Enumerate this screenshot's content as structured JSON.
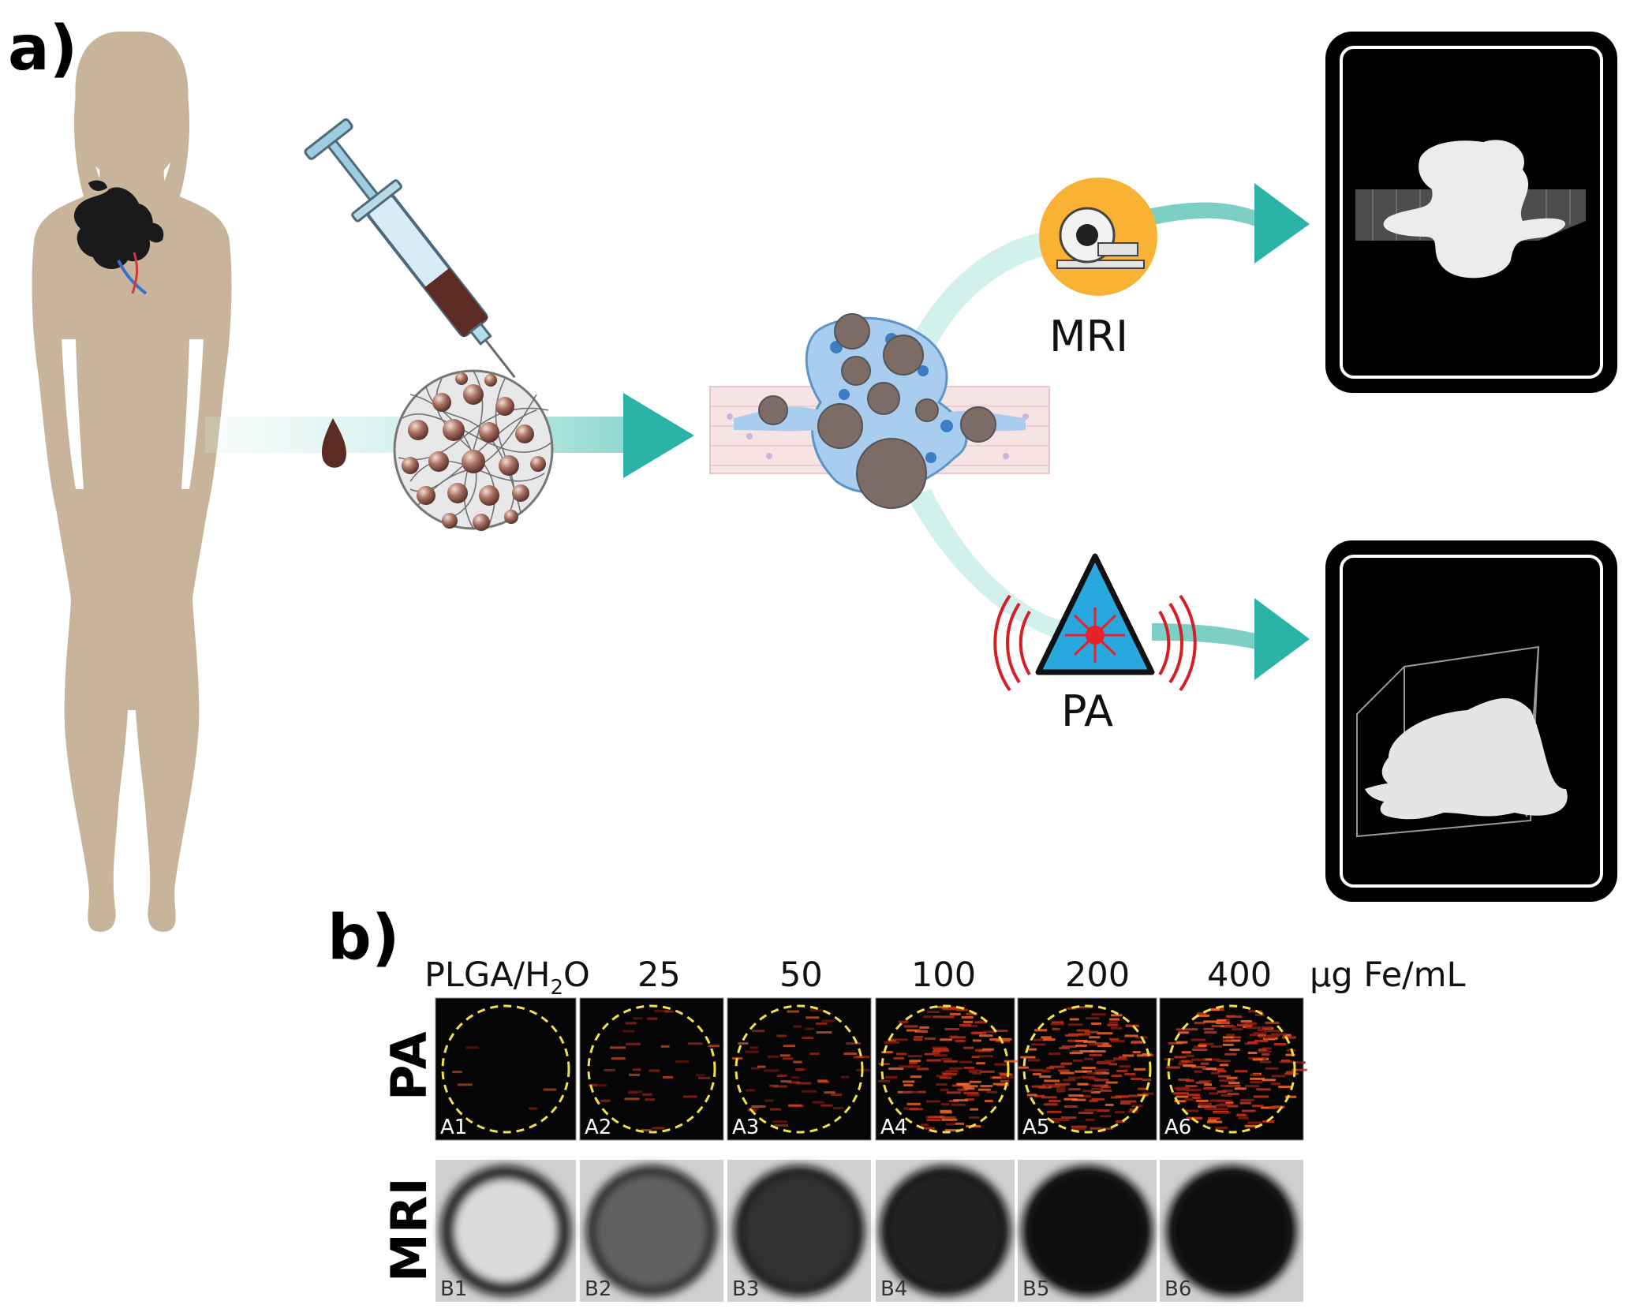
{
  "panel_a": {
    "letter": "a)",
    "modalities": [
      {
        "label": "MRI",
        "icon": "mri-scanner-icon",
        "color": "#F9B233"
      },
      {
        "label": "PA",
        "icon": "laser-warning-icon",
        "color": "#29A8E0"
      }
    ]
  },
  "panel_b": {
    "letter": "b)",
    "columns": [
      {
        "label": "PLGA/H",
        "sub": "2",
        "tail": "O"
      },
      {
        "label": "25"
      },
      {
        "label": "50"
      },
      {
        "label": "100"
      },
      {
        "label": "200"
      },
      {
        "label": "400"
      }
    ],
    "unit": "µg Fe/mL",
    "rows": [
      {
        "label": "PA",
        "tiles": [
          "A1",
          "A2",
          "A3",
          "A4",
          "A5",
          "A6"
        ],
        "signal": [
          0.02,
          0.12,
          0.22,
          0.55,
          0.62,
          0.72
        ]
      },
      {
        "label": "MRI",
        "tiles": [
          "B1",
          "B2",
          "B3",
          "B4",
          "B5",
          "B6"
        ],
        "brightness": [
          0.86,
          0.38,
          0.2,
          0.14,
          0.04,
          0.04
        ]
      }
    ]
  },
  "colors": {
    "arrow": "#2AB3A6",
    "arrow_light": "#B7E6E2",
    "body": "#C8B49B",
    "tumor": "#1a1a1a",
    "pa_ring": "#F2E04A"
  }
}
